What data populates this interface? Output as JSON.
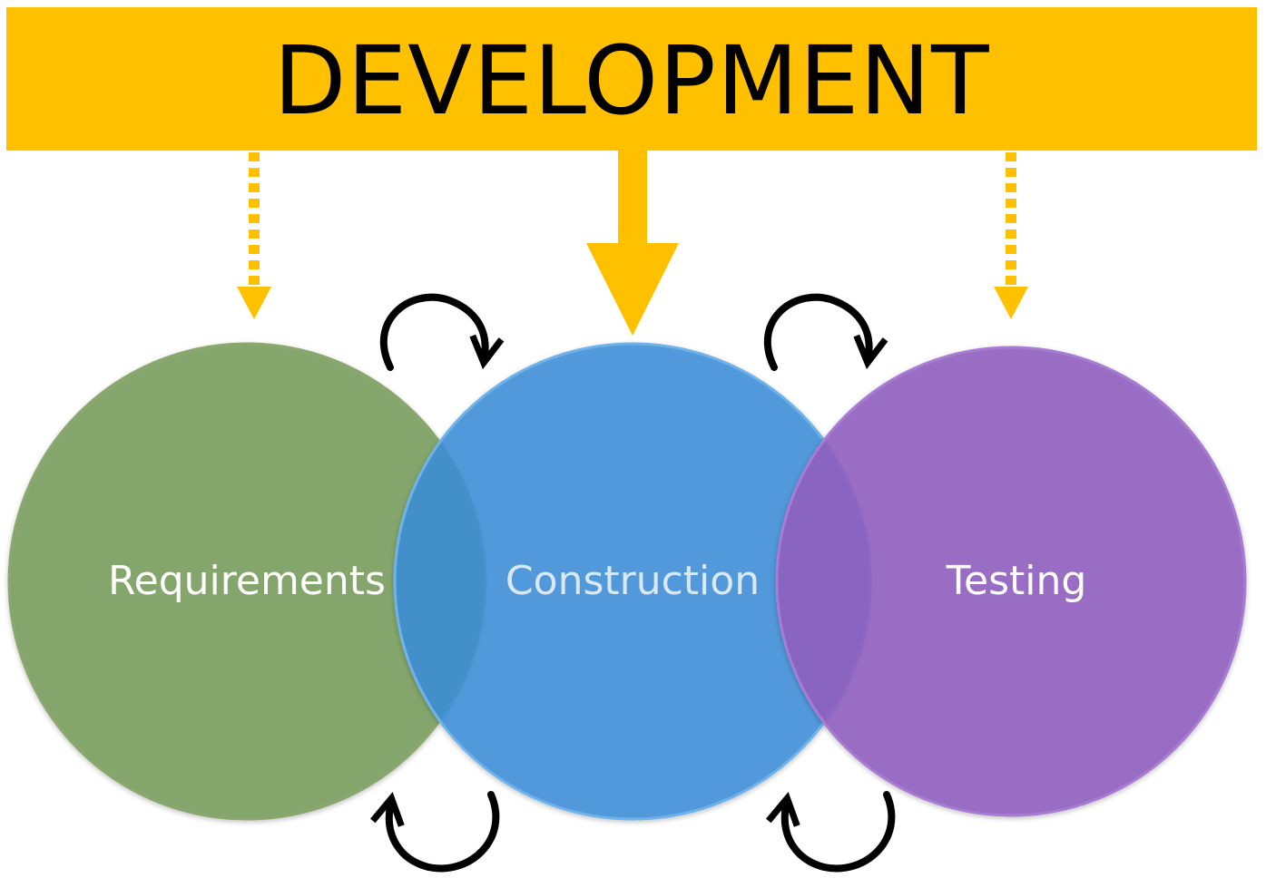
{
  "banner": {
    "title": "DEVELOPMENT",
    "color": "#ffc000"
  },
  "phases": [
    {
      "label": "Requirements",
      "fill": "#7a9e5f",
      "text_color": "#ffffff"
    },
    {
      "label": "Construction",
      "fill": "#3d8fd8",
      "text_color": "#dbe8f4"
    },
    {
      "label": "Testing",
      "fill": "#9160c0",
      "text_color": "#ffffff"
    }
  ],
  "arrows": {
    "side": "dotted",
    "center": "solid"
  },
  "cycle_icons": [
    "loop-arrow-icon",
    "loop-arrow-icon",
    "loop-arrow-icon",
    "loop-arrow-icon"
  ]
}
